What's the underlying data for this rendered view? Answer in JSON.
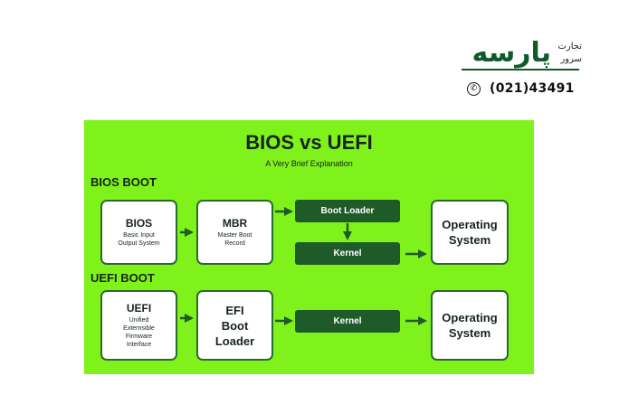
{
  "logo": {
    "wordmark": "پارسه",
    "line1": "تجارت",
    "line2": "سرور"
  },
  "contact": {
    "phone_icon": "phone-icon",
    "phone": "(021)43491"
  },
  "diagram": {
    "title": "BIOS vs UEFI",
    "subtitle": "A Very Brief Explanation",
    "bios_section": {
      "label": "BIOS BOOT",
      "bios": {
        "name": "BIOS",
        "desc_lines": [
          "Basic Input",
          "Output System"
        ]
      },
      "mbr": {
        "name": "MBR",
        "desc_lines": [
          "Master Boot",
          "Record"
        ]
      },
      "boot_loader": "Boot Loader",
      "kernel": "Kernel",
      "os_lines": [
        "Operating",
        "System"
      ]
    },
    "uefi_section": {
      "label": "UEFI BOOT",
      "uefi": {
        "name": "UEFI",
        "desc_lines": [
          "Unified",
          "Externsible",
          "Firmware",
          "Interface"
        ]
      },
      "efi_lines": [
        "EFI",
        "Boot",
        "Loader"
      ],
      "kernel": "Kernel",
      "os_lines": [
        "Operating",
        "System"
      ]
    }
  },
  "colors": {
    "panel_bg": "#7ff21b",
    "dark_green": "#1f5b28",
    "brand_green": "#0f5a2a"
  }
}
